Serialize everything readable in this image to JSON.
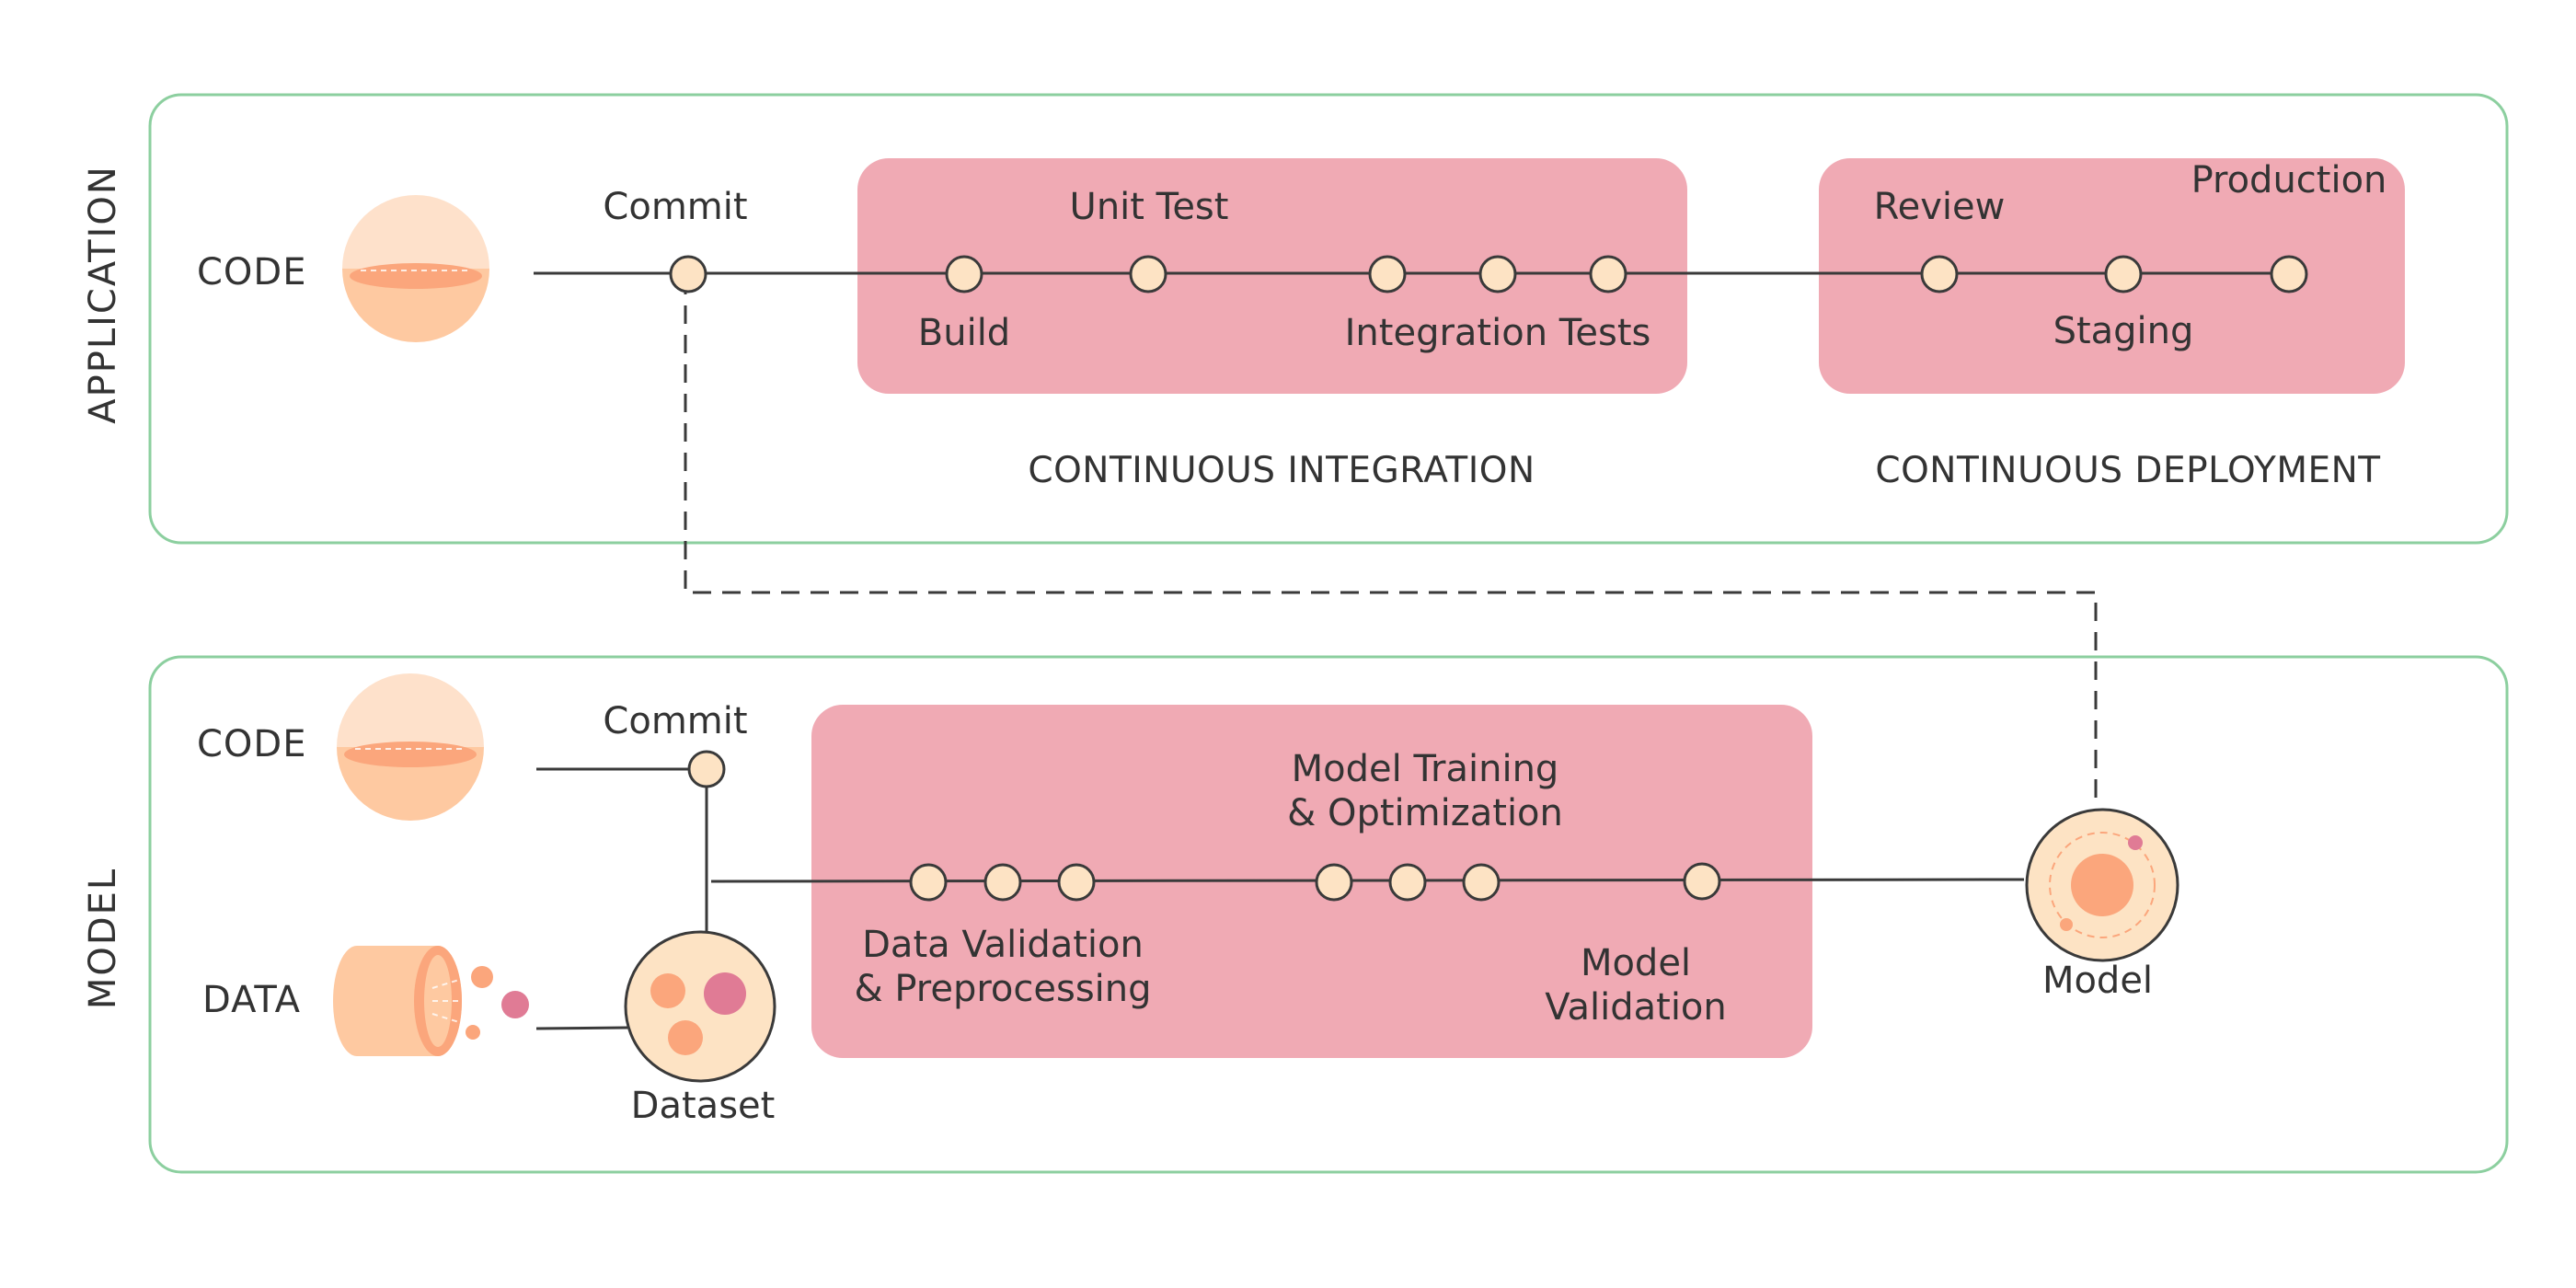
{
  "colors": {
    "panel_border": "#8ccf9f",
    "stage_fill": "#f0aab4",
    "node_fill": "#fde3c4",
    "node_stroke": "#3a3a3a",
    "peach": "#fec9a1",
    "peach_dark": "#fba67c",
    "pink": "#e07b95",
    "line": "#3a3a3a"
  },
  "application": {
    "section_label": "APPLICATION",
    "code_label": "CODE",
    "commit_label": "Commit",
    "ci": {
      "caption": "CONTINUOUS INTEGRATION",
      "build": "Build",
      "unit_test": "Unit Test",
      "integration_tests": "Integration Tests"
    },
    "cd": {
      "caption": "CONTINUOUS DEPLOYMENT",
      "review": "Review",
      "staging": "Staging",
      "production": "Production"
    }
  },
  "model": {
    "section_label": "MODEL",
    "code_label": "CODE",
    "data_label": "DATA",
    "commit_label": "Commit",
    "dataset_label": "Dataset",
    "data_validation": "Data Validation\n& Preprocessing",
    "model_training": "Model Training\n& Optimization",
    "model_validation": "Model\nValidation",
    "model_label": "Model"
  }
}
